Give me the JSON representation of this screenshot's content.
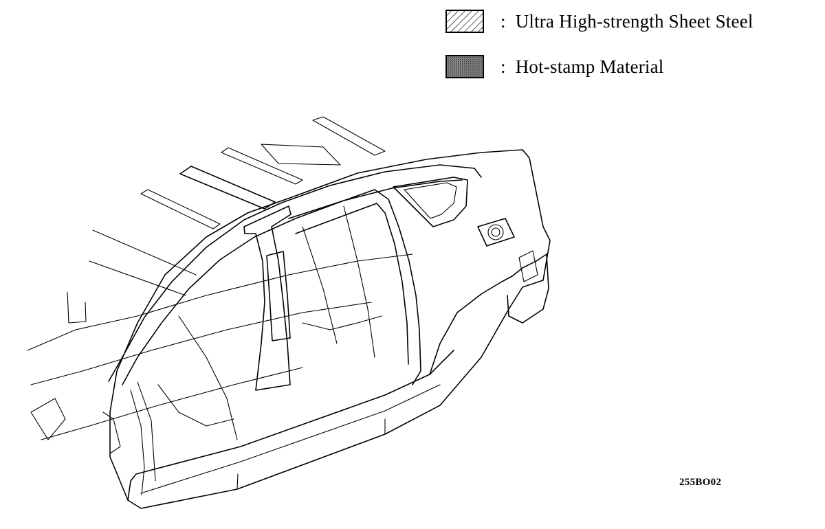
{
  "legend": {
    "items": [
      {
        "pattern": "hatch",
        "colon": ":",
        "label": "Ultra High-strength Sheet Steel"
      },
      {
        "pattern": "stipple",
        "colon": ":",
        "label": "Hot-stamp Material"
      }
    ]
  },
  "figure_code": "255BO02",
  "colors": {
    "line": "#000000",
    "background": "#ffffff",
    "stipple": "#5a5a5a"
  }
}
